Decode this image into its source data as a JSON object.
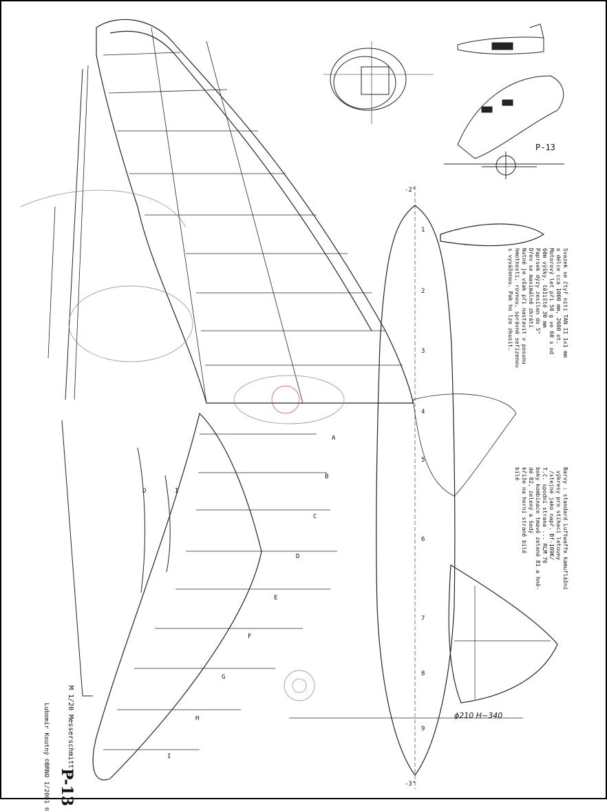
{
  "title": {
    "scale_line": "M 1/20 Messerschmitt :",
    "model": "P-13",
    "author_line": "Lubomír Koutný ©BRNO 1/2001 ©"
  },
  "specs_note": "Svazek se čtyř nití TAN II 1x1 mm\no délce cca 1000 mm, 2600 ot.\nMotorový let při 50 g ve 60 s od\n60m výšky, těžiště 30 mm\nPaprsek dýzy zesílen do 5°\nDřev se maximálně zkrátí\nNutné je však při nastavit v posunu\nhmotnosti, rovnou, správné seřízenou\ns vyváženou. Pak ho lze zkusit.",
  "colors_note": "Barvy : standard Luftwaffe kamuflážní\n výkresy pro stíhací letouny\n /stejné jako např. Bf-109K/\nT.č. spodní strana ... RLM 76\nboky kombinace tmavě zelené 81 a hně-\ndé 82, zelený a šedý\nkříže na horní straně bílé\nbílé",
  "dimension_label": "ϕ210  H~340",
  "stations": [
    "1",
    "2",
    "3",
    "4",
    "5",
    "6",
    "7",
    "8",
    "9"
  ],
  "rib_letters": [
    "A",
    "B",
    "C",
    "D",
    "E",
    "F",
    "G",
    "H",
    "I"
  ],
  "side_rib_labels": [
    "D",
    "I"
  ],
  "angle_top": "-2°",
  "angle_bottom": "-3°",
  "thumb_label": "P-13"
}
